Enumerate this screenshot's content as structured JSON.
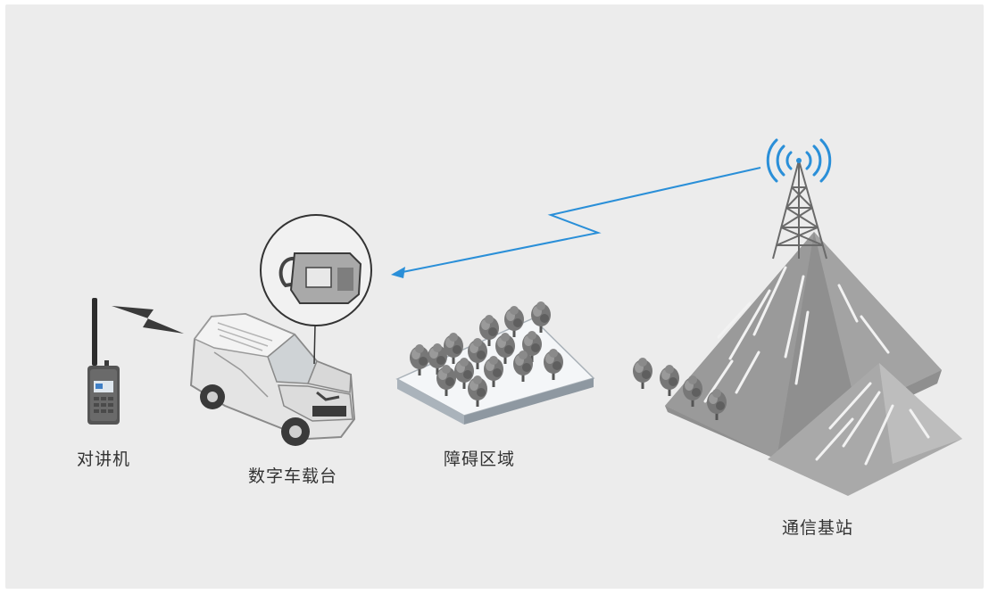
{
  "labels": {
    "radio": "对讲机",
    "vehicle": "数字车载台",
    "obstacle": "障碍区域",
    "base_station": "通信基站"
  },
  "colors": {
    "background": "#ececec",
    "signal": "#2a8fd8",
    "lightning": "#3a3a3a",
    "mountain": "#9b9b9b",
    "tree": "#6e6e6e"
  }
}
